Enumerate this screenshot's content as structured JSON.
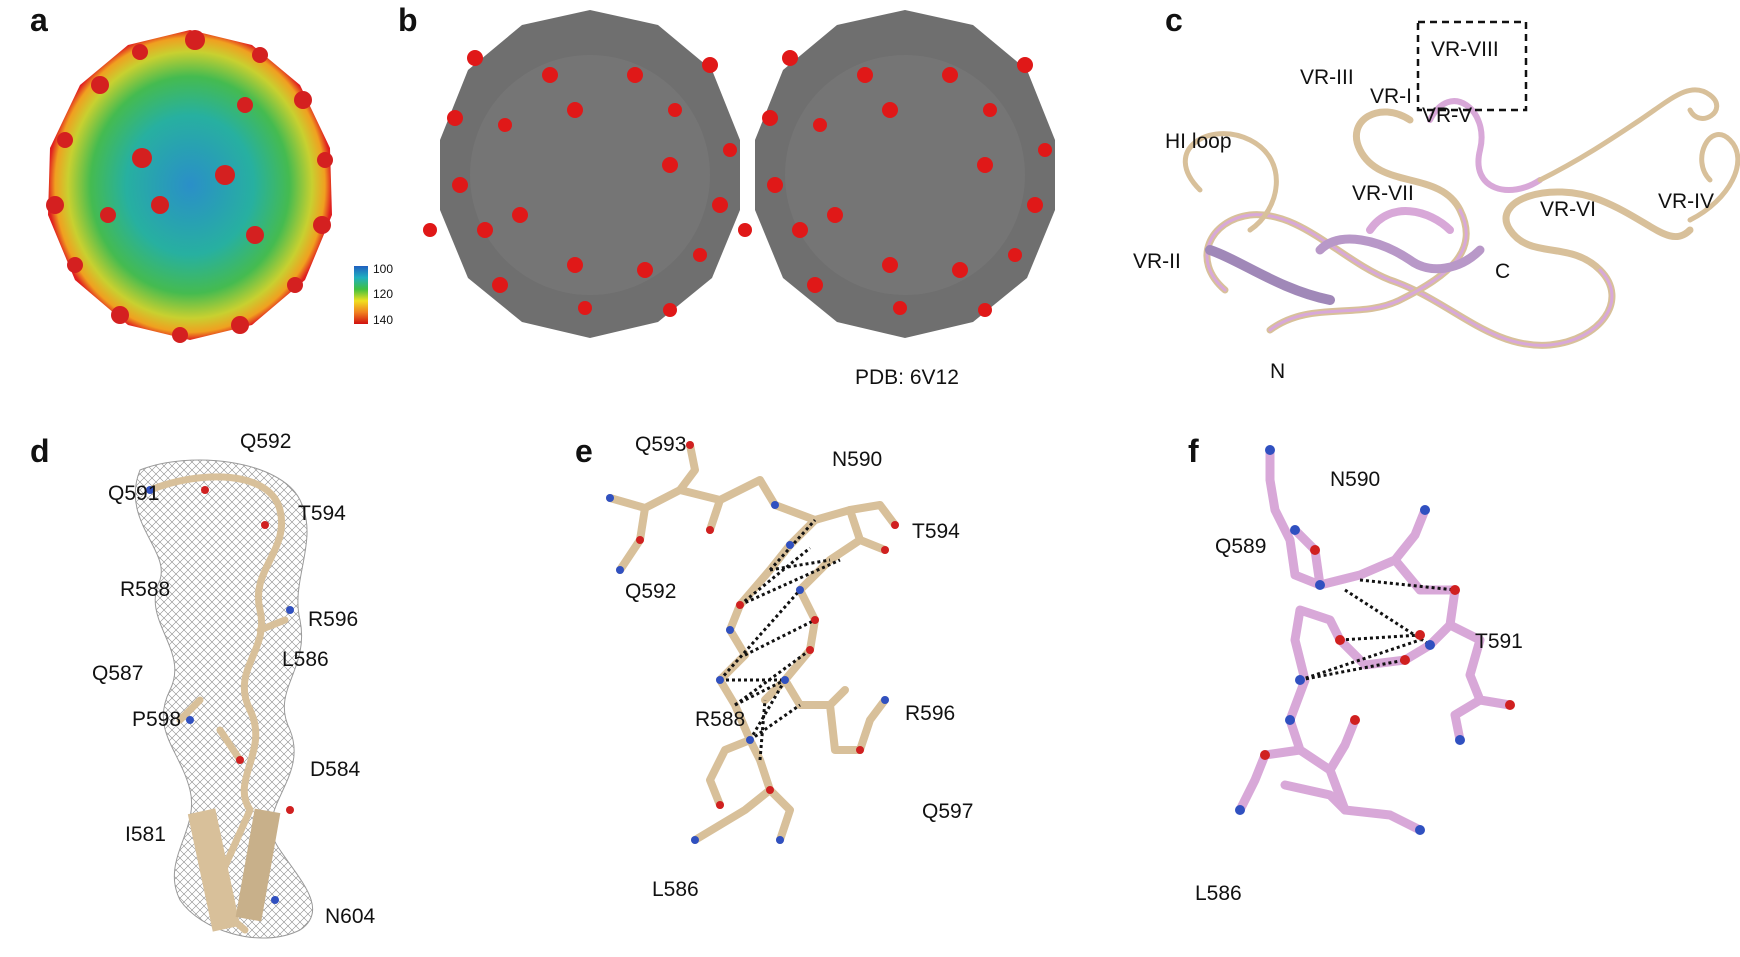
{
  "panels": {
    "a": {
      "label": "a",
      "scale": {
        "ticks": [
          "100",
          "120",
          "140"
        ]
      }
    },
    "b": {
      "label": "b",
      "caption": "PDB: 6V12"
    },
    "c": {
      "label": "c",
      "annotations": [
        "VR-VIII",
        "VR-III",
        "VR-I",
        "VR-V",
        "HI loop",
        "VR-VII",
        "VR-VI",
        "VR-IV",
        "VR-II",
        "C",
        "N"
      ]
    },
    "d": {
      "label": "d",
      "residues": [
        "Q592",
        "Q591",
        "T594",
        "R588",
        "R596",
        "L586",
        "Q587",
        "P598",
        "D584",
        "I581",
        "N604"
      ]
    },
    "e": {
      "label": "e",
      "residues": [
        "Q593",
        "N590",
        "T594",
        "Q592",
        "R588",
        "R596",
        "Q597",
        "L586"
      ]
    },
    "f": {
      "label": "f",
      "residues": [
        "N590",
        "Q589",
        "T591",
        "L586"
      ]
    }
  },
  "colors": {
    "capsid_surface": "#6f6f6f",
    "highlight": "#e01818",
    "tan": "#d8c09a",
    "pink": "#d8a8d8",
    "nitrogen": "#3050c0",
    "oxygen": "#d02020"
  }
}
